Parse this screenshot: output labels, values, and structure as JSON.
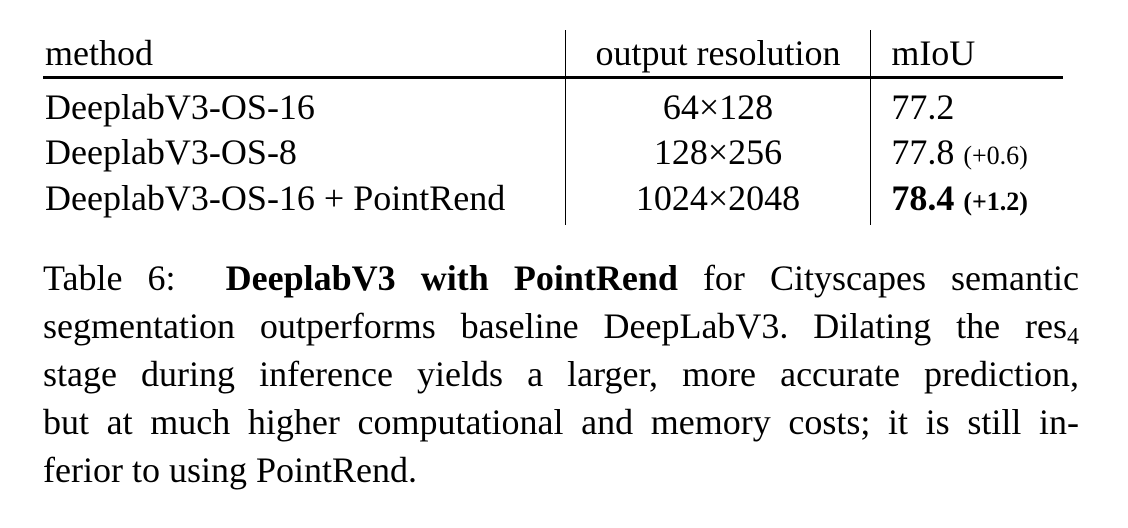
{
  "table": {
    "headers": [
      "method",
      "output resolution",
      "mIoU"
    ],
    "rows": [
      {
        "method": "DeeplabV3-OS-16",
        "resolution": "64×128",
        "miou": "77.2",
        "delta": ""
      },
      {
        "method": "DeeplabV3-OS-8",
        "resolution": "128×256",
        "miou": "77.8",
        "delta": "(+0.6)"
      },
      {
        "method": "DeeplabV3-OS-16 + PointRend",
        "resolution": "1024×2048",
        "miou": "78.4",
        "delta": "(+1.2)"
      }
    ]
  },
  "caption": {
    "label": "Table 6:",
    "bold_title": "DeeplabV3 with PointRend",
    "line1_rest": "for Cityscapes semantic",
    "line2_pre": "segmentation outperforms baseline DeepLabV3. Dilating the res",
    "line2_sub": "4",
    "line3": "stage during inference yields a larger, more accurate prediction,",
    "line4": "but at much higher computational and memory costs; it is still in-",
    "line5": "ferior to using PointRend."
  }
}
